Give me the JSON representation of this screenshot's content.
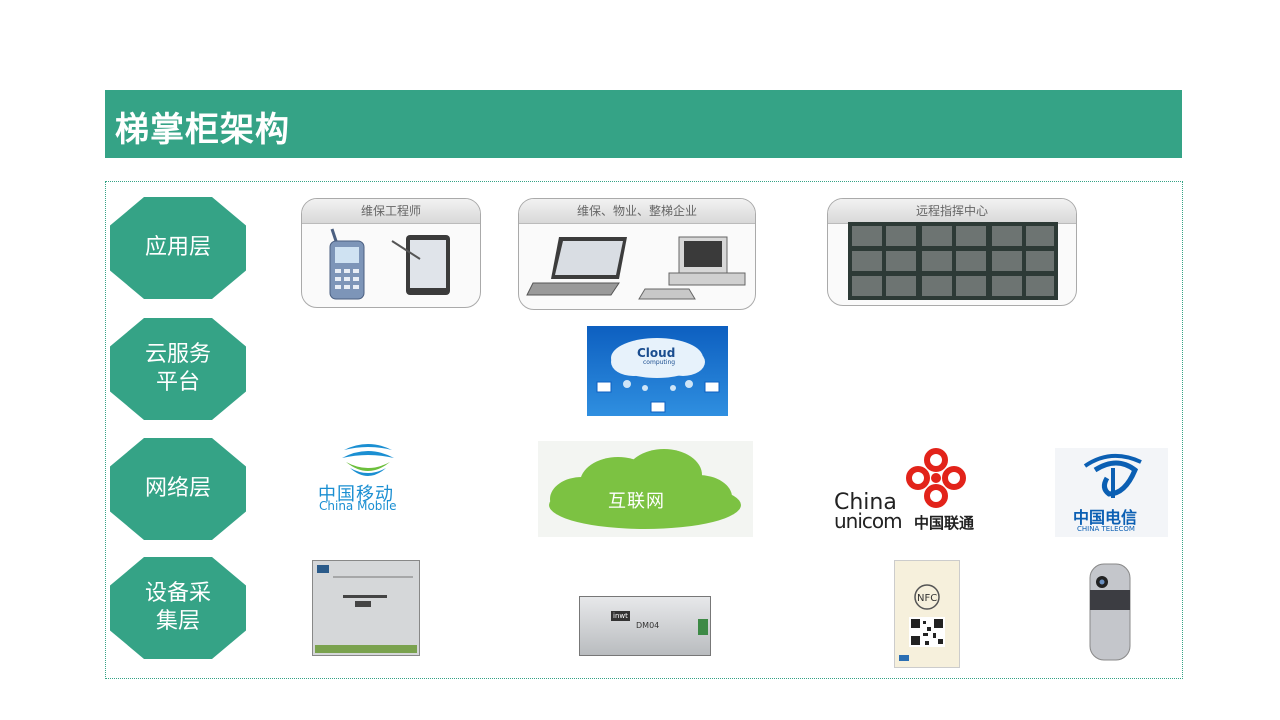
{
  "title": "梯掌柜架构",
  "layers": [
    {
      "label": "应用层"
    },
    {
      "label": "云服务\n平台"
    },
    {
      "label": "网络层"
    },
    {
      "label": "设备采\n集层"
    }
  ],
  "app_layer": {
    "engineer_box": "维保工程师",
    "enterprise_box": "维保、物业、整梯企业",
    "center_box": "远程指挥中心"
  },
  "cloud": {
    "word": "Cloud",
    "sub": "computing"
  },
  "network": {
    "mobile_cn": "中国移动",
    "mobile_en": "China Mobile",
    "internet": "互联网",
    "unicom_en1": "China",
    "unicom_en2": "unicom",
    "unicom_cn": "中国联通",
    "telecom_cn": "中国电信",
    "telecom_en": "CHINA TELECOM"
  },
  "devices": {
    "gateway_label": "DM04",
    "gateway_brand": "inwt"
  },
  "colors": {
    "accent": "#35a386",
    "cloud_green": "#7cc242",
    "unicom_red": "#e2231a",
    "telecom_blue": "#0b5fb3",
    "mobile_blue": "#1b8fd2"
  }
}
